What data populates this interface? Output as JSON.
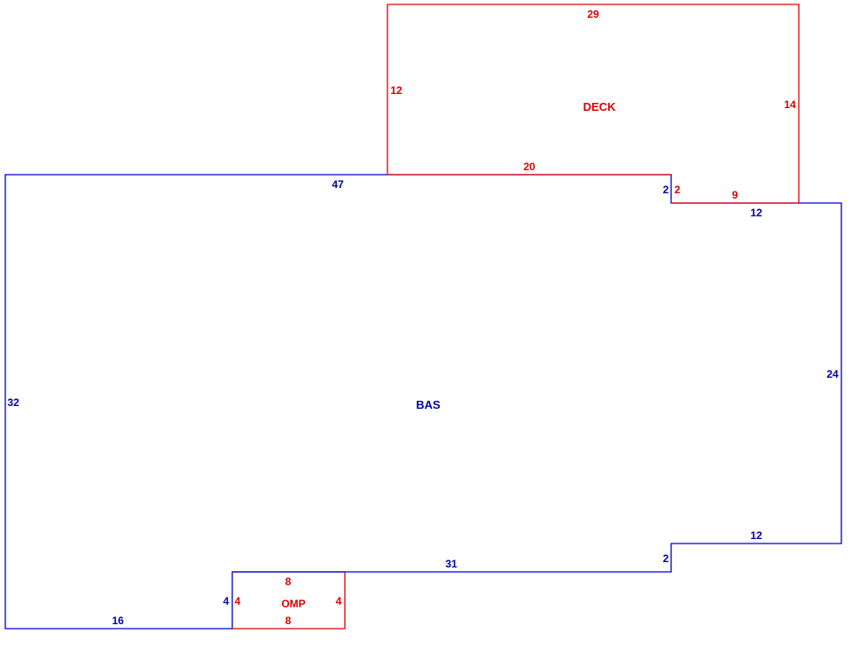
{
  "colors": {
    "bas": "#0000cc",
    "deck": "#dd0000",
    "omp": "#dd0000"
  },
  "areas": {
    "bas": {
      "label": "BAS",
      "dims": {
        "top": "47",
        "left": "32",
        "notch_top": "2",
        "upper_right_top": "12",
        "right": "24",
        "lower_right_top": "12",
        "step": "2",
        "mid_bottom": "31",
        "omp_side": "4",
        "bottom": "16"
      }
    },
    "deck": {
      "label": "DECK",
      "dims": {
        "top": "29",
        "left": "12",
        "right": "14",
        "bottom": "20",
        "notch": "2",
        "notch_bottom": "9"
      }
    },
    "omp": {
      "label": "OMP",
      "dims": {
        "top": "8",
        "bottom": "8",
        "left": "4",
        "right": "4"
      }
    }
  }
}
